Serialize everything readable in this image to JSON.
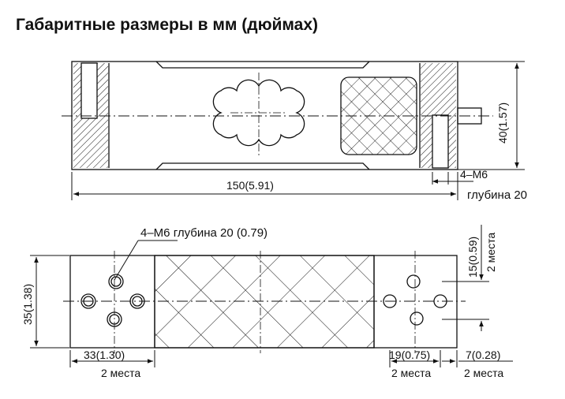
{
  "title": "Габаритные размеры в мм (дюймах)",
  "side_view": {
    "length_label": "150(5.91)",
    "height_label": "40(1.57)",
    "thread_label": "4–M6",
    "thread_depth": "глубина 20"
  },
  "top_view": {
    "holes_note": "4–M6 глубина 20 (0.79)",
    "width_label": "35(1.38)",
    "offset_left_label": "33(1.30)",
    "offset_left_note": "2 места",
    "offset_right_label": "19(0.75)",
    "offset_right_note": "2 места",
    "edge_label": "7(0.28)",
    "edge_note": "2 места",
    "vertical_offset_label": "15(0.59)",
    "vertical_offset_note": "2 места"
  },
  "colors": {
    "line": "#111111",
    "background": "#ffffff"
  }
}
